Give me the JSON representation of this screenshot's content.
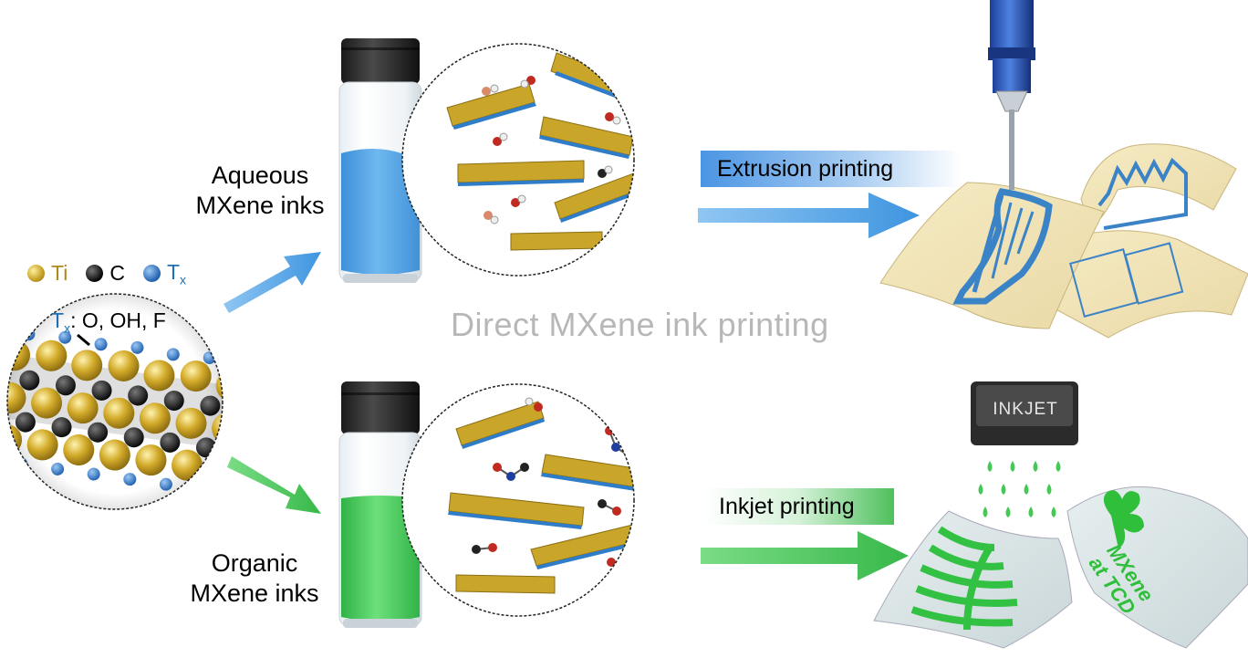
{
  "labels": {
    "aqueous_line1": "Aqueous",
    "aqueous_line2": "MXene inks",
    "organic_line1": "Organic",
    "organic_line2": "MXene inks",
    "center_title": "Direct MXene ink printing",
    "extrusion": "Extrusion printing",
    "inkjet": "Inkjet printing",
    "inkjet_head": "INKJET",
    "mxene_tcd_line1": "MXene",
    "mxene_tcd_line2": "at TCD"
  },
  "legend": {
    "ti": "Ti",
    "c": "C",
    "t": "T",
    "x": "x",
    "tx_t": "T",
    "tx_x": "x",
    "tx_desc": ": O, OH, F"
  },
  "colors": {
    "ti": "#c9a52a",
    "c": "#111111",
    "tx": "#2a6fb8",
    "aqueous_blue": "#5aa8e6",
    "organic_green": "#4cc95a",
    "arrow_blue": "#5ba7e8",
    "arrow_green": "#4dc45c"
  }
}
